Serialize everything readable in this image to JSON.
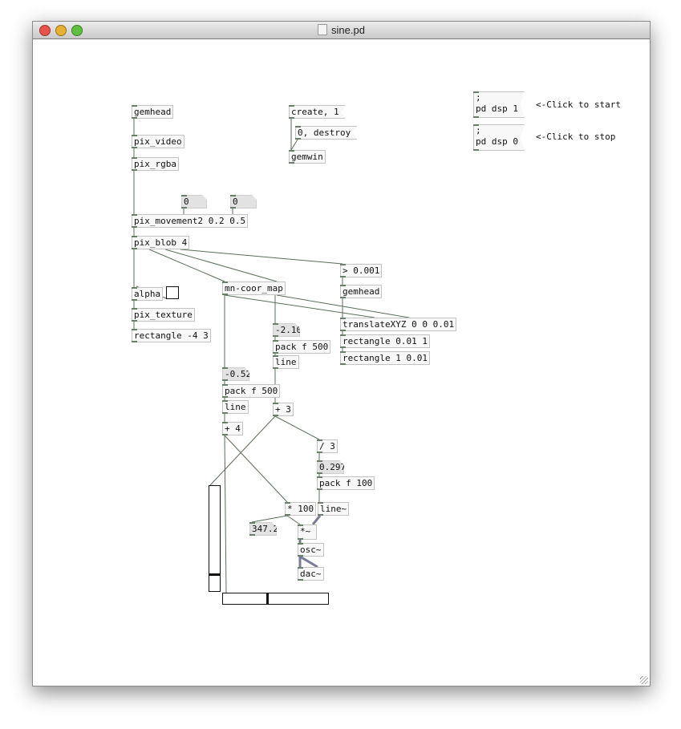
{
  "window": {
    "title": "sine.pd"
  },
  "objects": {
    "gemhead": "gemhead",
    "pix_video": "pix_video",
    "pix_rgba": "pix_rgba",
    "pix_movement2": "pix_movement2 0.2 0.5",
    "pix_blob": "pix_blob 4",
    "create_msg": "create, 1",
    "destroy_msg": "0, destroy",
    "gemwin": "gemwin",
    "gt": "> 0.001",
    "gemhead2": "gemhead",
    "alpha": "alpha",
    "mn_coor_map": "mn-coor_map",
    "pix_texture": "pix_texture",
    "rect_a": "rectangle -4 3",
    "translate": "translateXYZ 0 0 0.01",
    "rect_b": "rectangle 0.01 1",
    "rect_c": "rectangle 1 0.01",
    "pack_a": "pack f 500",
    "line_a": "line",
    "pack_b": "pack f 500",
    "line_b": "line",
    "plus3": "+ 3",
    "plus4": "+ 4",
    "div3": "/ 3",
    "pack_c": "pack f 100",
    "mul100": "* 100",
    "line_sig": "line~",
    "mul_sig": "*~",
    "osc": "osc~",
    "dac": "dac~"
  },
  "atoms": {
    "num1": "0",
    "num2": "0",
    "y_val": "-2.10",
    "x_val": "-0.52",
    "div_val": "0.297",
    "freq_val": "347.2"
  },
  "messages": {
    "dsp_on": ";\npd dsp 1",
    "dsp_off": ";\npd dsp 0"
  },
  "comments": {
    "start": "<-Click to start",
    "stop": "<-Click to stop"
  },
  "controls": {
    "vslider_value": 0.15,
    "hslider_value": 0.42,
    "toggle_on": false
  }
}
